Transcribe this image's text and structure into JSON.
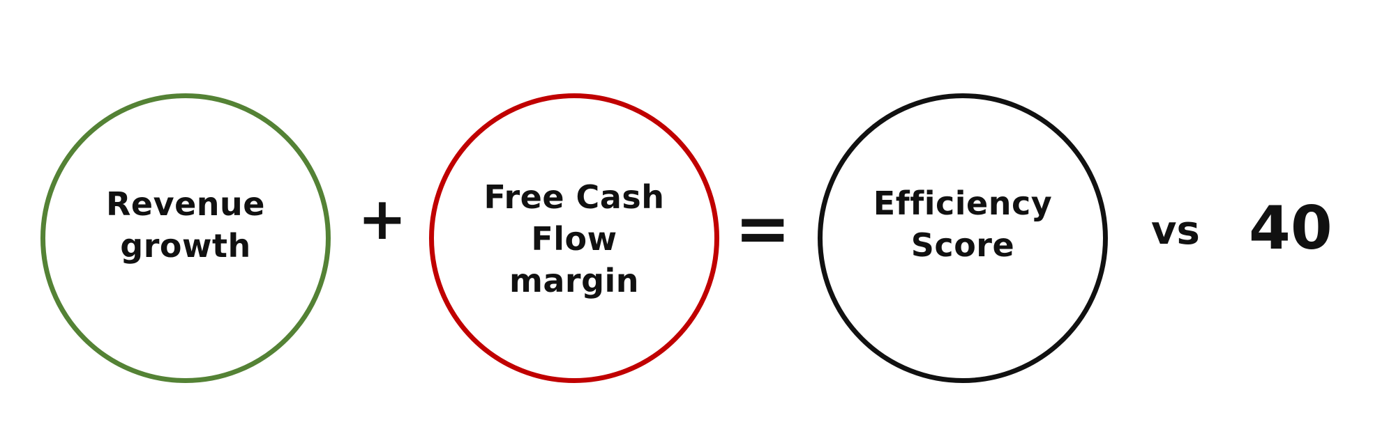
{
  "formula": {
    "terms": [
      {
        "label": "Revenue\ngrowth",
        "color": "#548235"
      },
      {
        "label": "Free Cash\nFlow\nmargin",
        "color": "#c00000"
      },
      {
        "label": "Efficiency\nScore",
        "color": "#111111"
      }
    ],
    "plus_symbol": "+",
    "equals_symbol": "=",
    "vs_label": "vs",
    "benchmark": "40"
  }
}
